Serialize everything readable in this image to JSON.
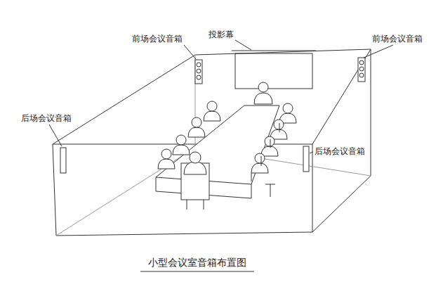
{
  "diagram": {
    "caption": "小型会议室音箱布置图",
    "labels": [
      "前场会议音箱",
      "投影幕",
      "前场会议音箱",
      "后场会议音箱",
      "后场会议音箱"
    ]
  }
}
